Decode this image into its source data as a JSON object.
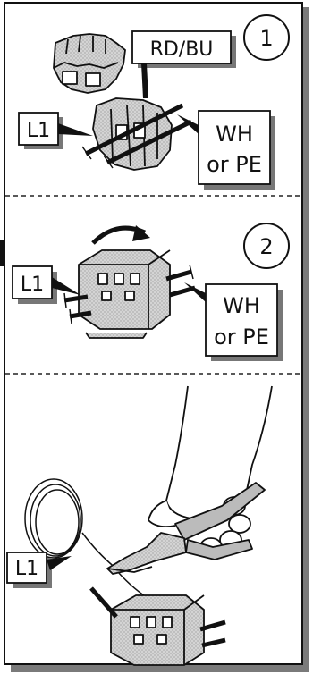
{
  "panels": [
    {
      "step": "1",
      "labels": {
        "left": "L1",
        "top": "RD/BU",
        "right_line1": "WH",
        "right_line2": "or PE"
      }
    },
    {
      "step": "2",
      "labels": {
        "left": "L1",
        "right_line1": "WH",
        "right_line2": "or PE"
      }
    },
    {
      "labels": {
        "left": "L1"
      }
    }
  ]
}
